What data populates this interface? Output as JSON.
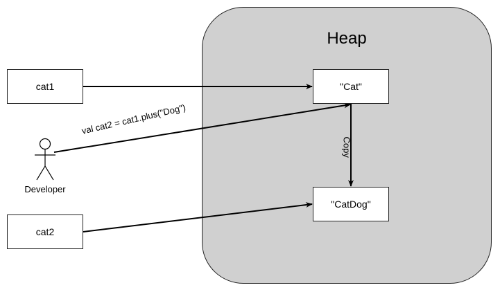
{
  "heap": {
    "title": "Heap"
  },
  "variables": {
    "cat1": "cat1",
    "cat2": "cat2"
  },
  "objects": {
    "cat": "\"Cat\"",
    "catdog": "\"CatDog\""
  },
  "actor": {
    "label": "Developer"
  },
  "edges": {
    "call": "val cat2 = cat1.plus(\"Dog\")",
    "copy": "Copy"
  },
  "colors": {
    "heap_fill": "#d0d0d0",
    "stroke": "#000000",
    "box_fill": "#ffffff"
  }
}
